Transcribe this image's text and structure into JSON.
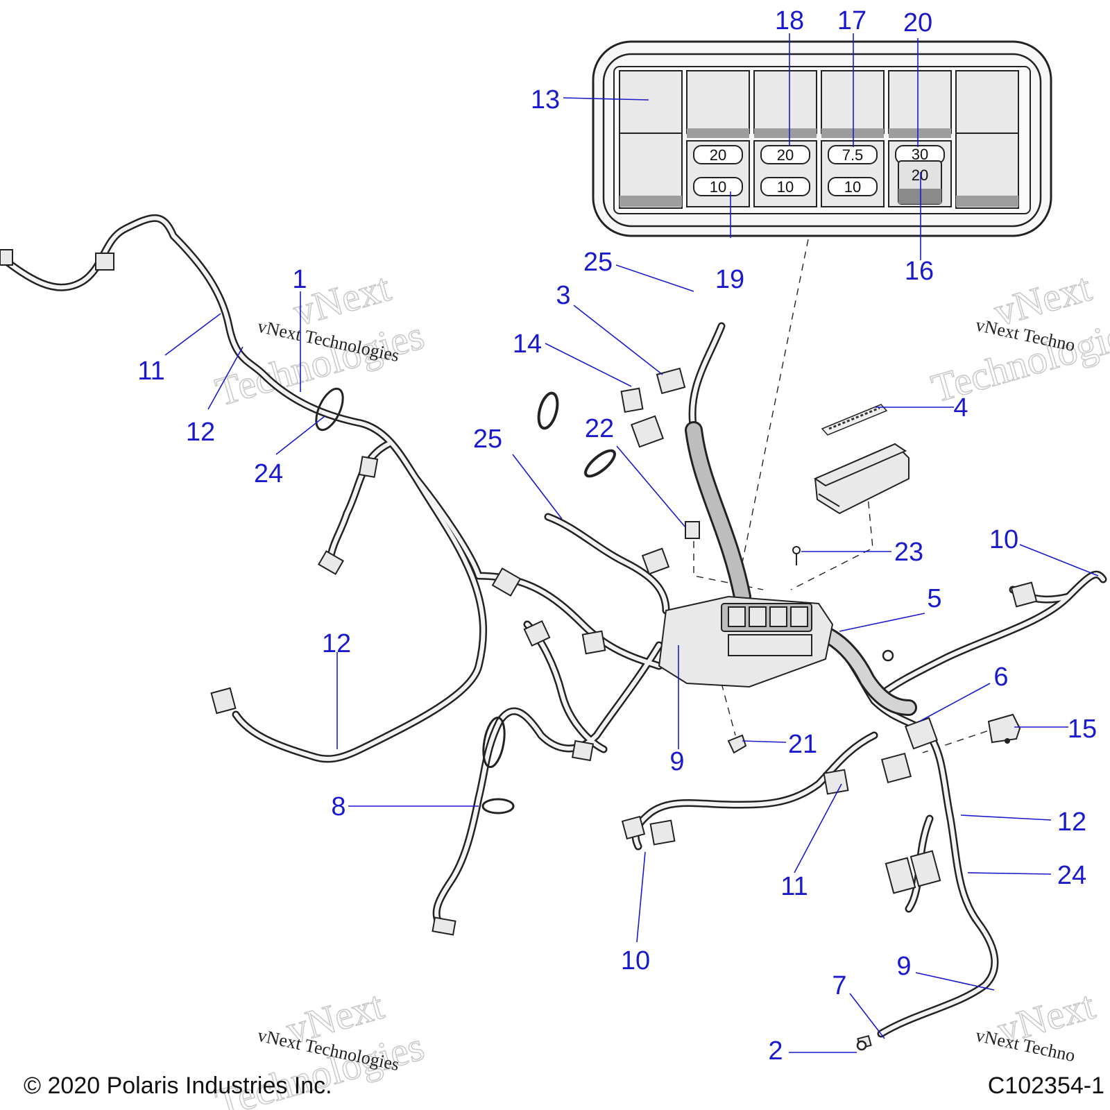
{
  "callouts": [
    {
      "id": "c1",
      "text": "1"
    },
    {
      "id": "c2",
      "text": "2"
    },
    {
      "id": "c3",
      "text": "3"
    },
    {
      "id": "c4",
      "text": "4"
    },
    {
      "id": "c5",
      "text": "5"
    },
    {
      "id": "c6",
      "text": "6"
    },
    {
      "id": "c7",
      "text": "7"
    },
    {
      "id": "c8",
      "text": "8"
    },
    {
      "id": "c9a",
      "text": "9"
    },
    {
      "id": "c9b",
      "text": "9"
    },
    {
      "id": "c10a",
      "text": "10"
    },
    {
      "id": "c10b",
      "text": "10"
    },
    {
      "id": "c11a",
      "text": "11"
    },
    {
      "id": "c11b",
      "text": "11"
    },
    {
      "id": "c12a",
      "text": "12"
    },
    {
      "id": "c12b",
      "text": "12"
    },
    {
      "id": "c12c",
      "text": "12"
    },
    {
      "id": "c13",
      "text": "13"
    },
    {
      "id": "c14",
      "text": "14"
    },
    {
      "id": "c15",
      "text": "15"
    },
    {
      "id": "c16",
      "text": "16"
    },
    {
      "id": "c17",
      "text": "17"
    },
    {
      "id": "c18",
      "text": "18"
    },
    {
      "id": "c19",
      "text": "19"
    },
    {
      "id": "c20",
      "text": "20"
    },
    {
      "id": "c21",
      "text": "21"
    },
    {
      "id": "c22",
      "text": "22"
    },
    {
      "id": "c23",
      "text": "23"
    },
    {
      "id": "c24a",
      "text": "24"
    },
    {
      "id": "c24b",
      "text": "24"
    },
    {
      "id": "c25a",
      "text": "25"
    },
    {
      "id": "c25b",
      "text": "25"
    }
  ],
  "fuses": {
    "top_row": [
      "20",
      "20",
      "7.5",
      "30"
    ],
    "bottom_row": [
      "10",
      "10",
      "10"
    ],
    "large": "20"
  },
  "watermark": {
    "brand": "vNext",
    "word": "Technologies",
    "line": "vNext Technologies",
    "line_clipped": "vNext Techno"
  },
  "footer": {
    "copyright": "© 2020 Polaris Industries Inc.",
    "figure_id": "C102354-1"
  },
  "colors": {
    "callout": "#1a1acc",
    "line": "#222222"
  }
}
